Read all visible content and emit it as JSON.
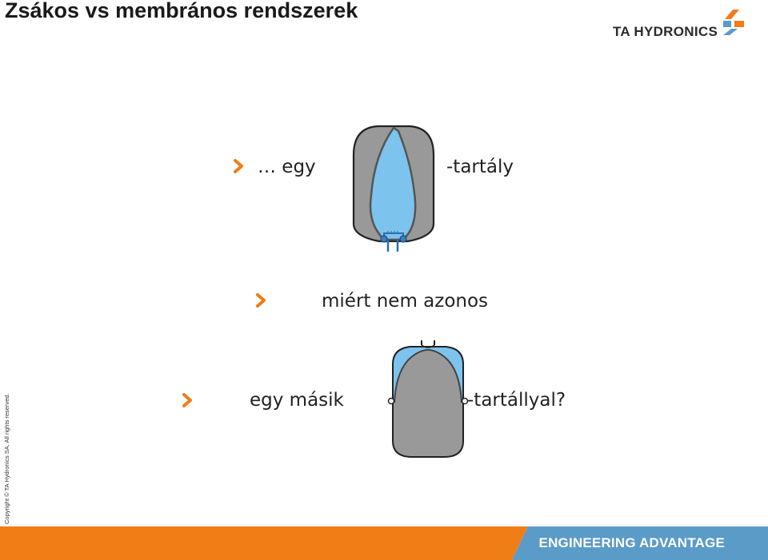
{
  "slide": {
    "title": "Zsákos vs membrános rendszerek",
    "copyright": "Copyright © TA Hydronics SA. All rights reserved.",
    "logo_text": "TA HYDRONICS",
    "bullets": [
      {
        "left": "… egy",
        "right": "-tartály"
      },
      {
        "text": "miért nem azonos"
      },
      {
        "left": "egy másik",
        "right": "-tartállyal?"
      }
    ],
    "footer": "ENGINEERING ADVANTAGE"
  },
  "colors": {
    "accent_orange": "#F07D16",
    "footer_blue": "#5B9BC8",
    "tank_gray": "#9A9A9A",
    "bag_blue": "#7CC3EE"
  },
  "icons": [
    "chevron-right-icon",
    "ta-hydronics-logo-icon"
  ]
}
